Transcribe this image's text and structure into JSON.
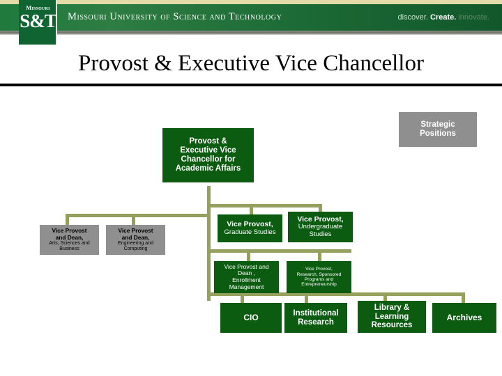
{
  "header": {
    "logo_top": "Missouri",
    "logo_main": "S&T",
    "wordmark": "Missouri University of Science and Technology",
    "tagline_a": "discover.",
    "tagline_b": "Create.",
    "tagline_c": "innovate."
  },
  "page_title": "Provost & Executive Vice Chancellor",
  "colors": {
    "brand_green": "#0f6432",
    "node_green": "#0b5c10",
    "node_gray": "#8f8f8f",
    "connector": "#94a05c",
    "header_stripe": "#e4dba8",
    "rule": "#000000"
  },
  "chart_data": {
    "type": "org-chart",
    "title": "Provost & Executive Vice Chancellor",
    "legend": {
      "label": "Strategic Positions",
      "style": "gray"
    },
    "root": {
      "id": "provost",
      "style": "green",
      "lines": [
        "Provost &",
        "Executive Vice",
        "Chancellor for",
        "Academic Affairs"
      ]
    },
    "nodes": [
      {
        "id": "vp-dean-asb",
        "style": "gray",
        "lines": [
          "Vice Provost",
          "and Dean,",
          "Arts, Sciences and",
          "Business"
        ],
        "emphasis": [
          true,
          true,
          false,
          false
        ]
      },
      {
        "id": "vp-dean-engcomp",
        "style": "gray",
        "lines": [
          "Vice Provost",
          "and Dean,",
          "Engineering and",
          "Computing"
        ],
        "emphasis": [
          true,
          true,
          false,
          false
        ]
      },
      {
        "id": "vp-grad",
        "style": "green",
        "lines": [
          "Vice Provost,",
          "Graduate Studies"
        ],
        "emphasis": [
          true,
          false
        ]
      },
      {
        "id": "vp-undergrad",
        "style": "green",
        "lines": [
          "Vice Provost,",
          "Undergraduate",
          "Studies"
        ],
        "emphasis": [
          true,
          false,
          false
        ]
      },
      {
        "id": "vp-enrollment",
        "style": "green",
        "lines": [
          "Vice Provost and",
          "Dean ,",
          "Enrollment",
          "Management"
        ],
        "emphasis": [
          false,
          false,
          false,
          false
        ]
      },
      {
        "id": "vp-research",
        "style": "green",
        "lines": [
          "Vice Provost,",
          "Research, Sponsored",
          "Programs and",
          "Entrepreneurship"
        ],
        "emphasis": [
          false,
          false,
          false,
          false
        ]
      },
      {
        "id": "cio",
        "style": "green",
        "lines": [
          "CIO"
        ],
        "emphasis": [
          true
        ]
      },
      {
        "id": "institutional-research",
        "style": "green",
        "lines": [
          "Institutional",
          "Research"
        ],
        "emphasis": [
          true,
          true
        ]
      },
      {
        "id": "library",
        "style": "green",
        "lines": [
          "Library &",
          "Learning",
          "Resources"
        ],
        "emphasis": [
          true,
          true,
          true
        ]
      },
      {
        "id": "archives",
        "style": "green",
        "lines": [
          "Archives"
        ],
        "emphasis": [
          true
        ]
      }
    ]
  }
}
